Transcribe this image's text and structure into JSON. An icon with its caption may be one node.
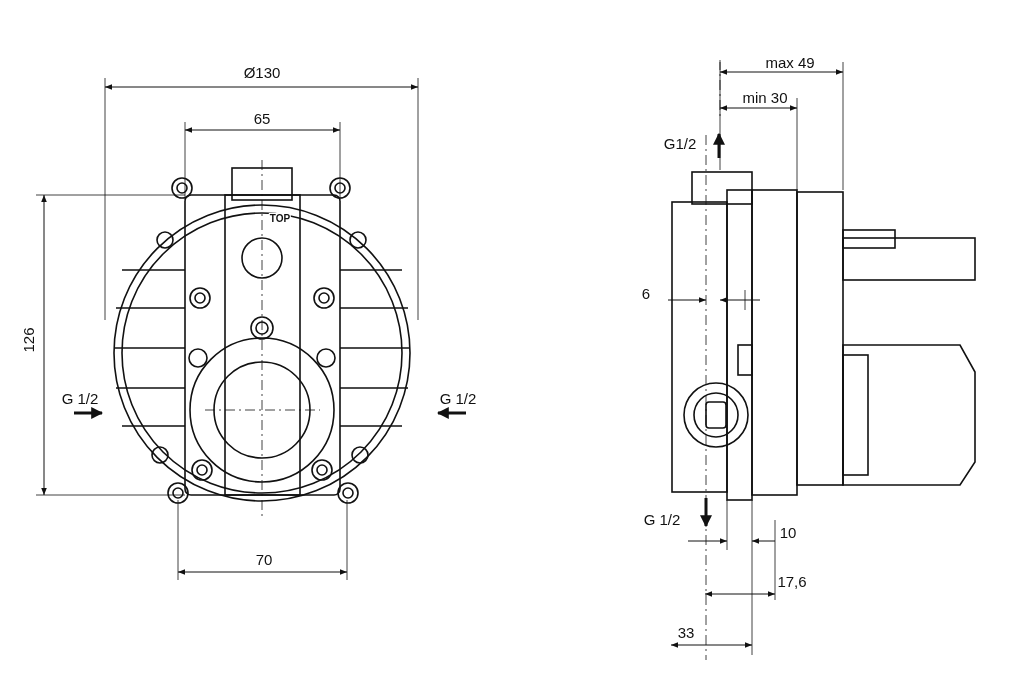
{
  "diagram": {
    "labels": [
      "Ø130",
      "65",
      "126",
      "G 1/2",
      "G 1/2",
      "TOP",
      "70",
      "max 49",
      "min 30",
      "G1/2",
      "6",
      "G 1/2",
      "10",
      "17,6",
      "33"
    ]
  }
}
